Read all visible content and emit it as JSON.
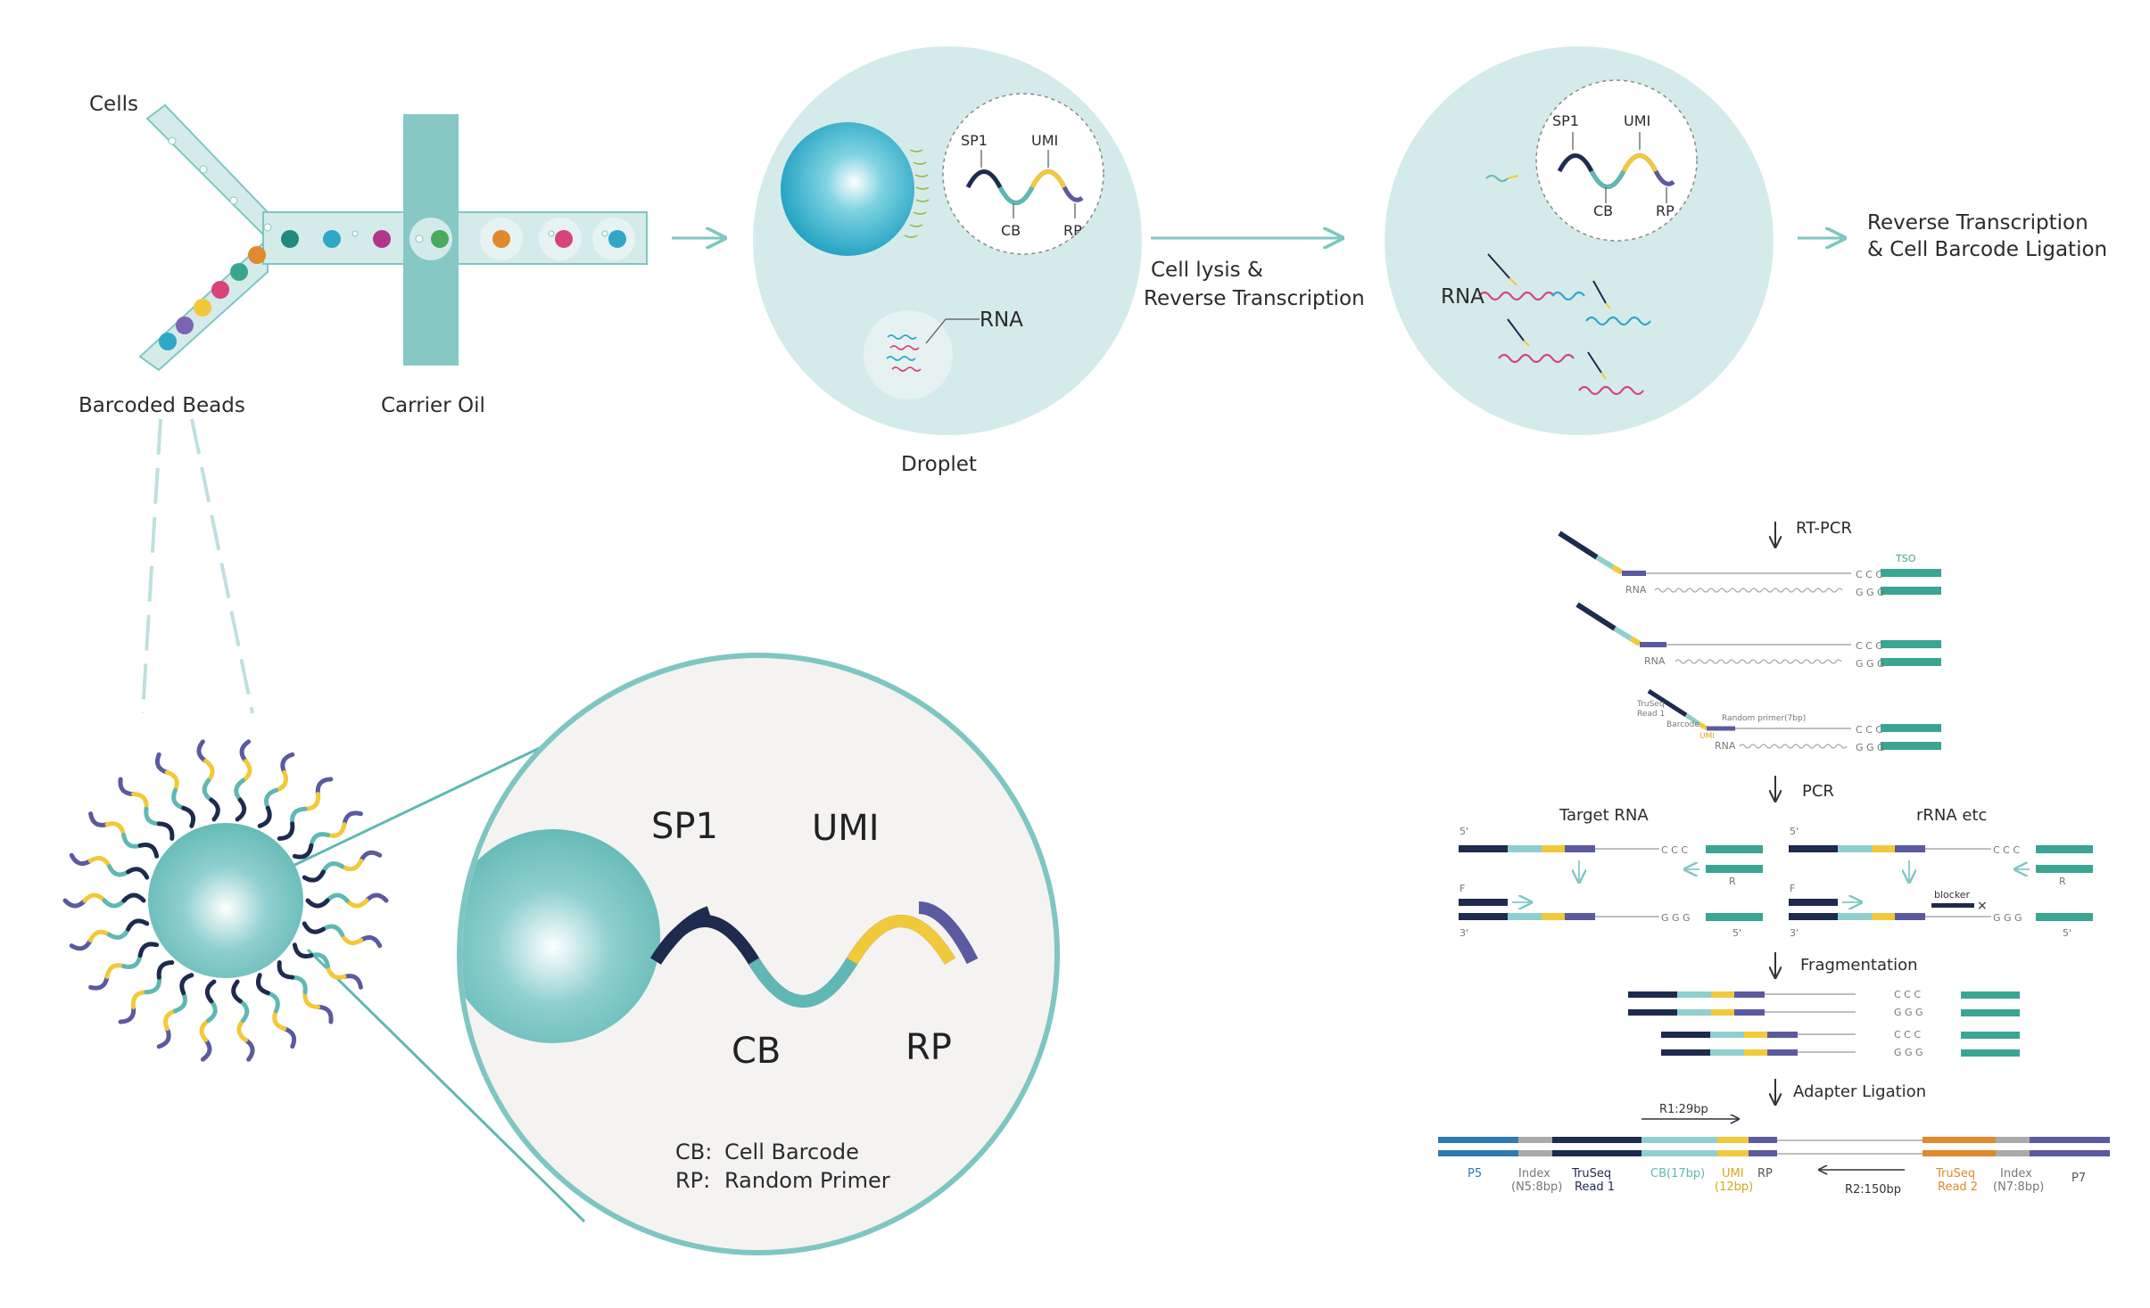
{
  "labels": {
    "cells": "Cells",
    "barcoded_beads": "Barcoded Beads",
    "carrier_oil": "Carrier Oil",
    "droplet": "Droplet",
    "rna": "RNA",
    "sp1": "SP1",
    "umi": "UMI",
    "cb": "CB",
    "rp": "RP",
    "step1_line1": "Cell lysis &",
    "step1_line2": "Reverse Transcription",
    "step2_line1": "Reverse Transcription",
    "step2_line2": "& Cell Barcode Ligation"
  },
  "legend": {
    "cb_key": "CB:",
    "cb_val": "Cell Barcode",
    "rp_key": "RP:",
    "rp_val": "Random Primer"
  },
  "workflow": {
    "rt_pcr": "RT-PCR",
    "pcr": "PCR",
    "fragmentation": "Fragmentation",
    "adapter_ligation": "Adapter Ligation",
    "tso": "TSO",
    "rna": "RNA",
    "ccc": "C C C",
    "ggg": "G G G",
    "truseq_read1_a": "TruSeq",
    "truseq_read1_b": "Read 1",
    "barcode": "Barcode",
    "umi": "UMI",
    "random_primer": "Random primer(7bp)",
    "target_rna": "Target RNA",
    "rrna_etc": "rRNA etc",
    "five_prime": "5'",
    "three_prime": "3'",
    "f": "F",
    "r": "R",
    "blocker": "blocker",
    "r1": "R1:29bp",
    "r2": "R2:150bp",
    "p5": "P5",
    "index1_a": "Index",
    "index1_b": "(N5:8bp)",
    "truseq1_a": "TruSeq",
    "truseq1_b": "Read 1",
    "cb17": "CB(17bp)",
    "umi_a": "UMI",
    "umi_b": "(12bp)",
    "rp": "RP",
    "truseq2_a": "TruSeq",
    "truseq2_b": "Read 2",
    "index2_a": "Index",
    "index2_b": "(N7:8bp)",
    "p7": "P7"
  },
  "colors": {
    "teal": "#5fb8b3",
    "light_teal": "#bfe0de",
    "circle_bg": "#d5ebea",
    "navy": "#1e2a4e",
    "purple": "#5b5aa0",
    "yellow": "#f2c93a",
    "pink": "#d6447a",
    "orange": "#e0892d",
    "blue": "#2f79b5",
    "gray": "#a7a7a7",
    "zoom_bg": "#f4f3f1"
  }
}
